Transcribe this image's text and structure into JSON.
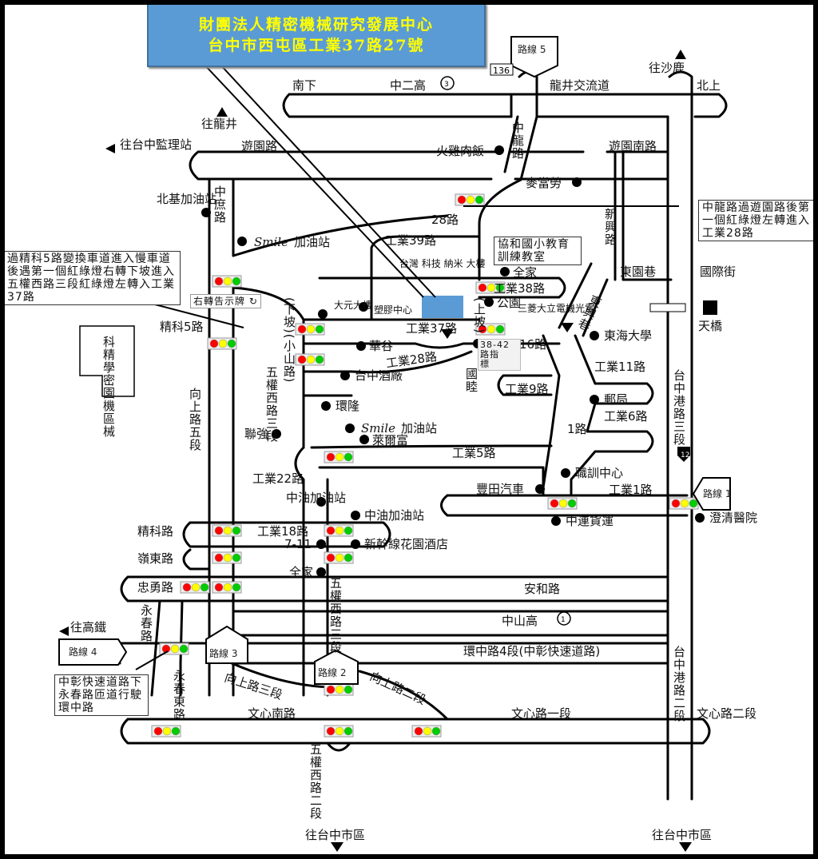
{
  "title_box": {
    "line1": "財團法人精密機械研究發展中心",
    "line2": "台中市西屯區工業37路27號",
    "bg_color": "#5b9bd5",
    "text_color": "#ffff00"
  },
  "routes": {
    "r1": "路線 1",
    "r2": "路線 2",
    "r3": "路線 3",
    "r4": "路線 4",
    "r5": "路線 5"
  },
  "highway_shields": {
    "h136": "136",
    "h3": "3",
    "h1": "1",
    "h12": "12"
  },
  "directions": {
    "to_shalu": "往沙鹿",
    "to_longjing": "往龍井",
    "to_motor_office": "往台中監理站",
    "to_hsr": "往高鐵",
    "to_city_1": "往台中市區",
    "to_city_2": "往台中市區"
  },
  "roads": {
    "nan_xia": "南下",
    "zhong_er_gao": "中二高",
    "longjing_ic": "龍井交流道",
    "bei_shang": "北上",
    "youyuan_rd": "遊園路",
    "youyuan_s_rd": "遊園南路",
    "zhonglong_rd": "中龍路",
    "zhongshu_rd": "中庶路",
    "xinxing_rd": "新興路",
    "dongyuan_lane": "東園巷",
    "guoji_st": "國際街",
    "dongxing_lane": "東興巷",
    "rd28": "28路",
    "ind39": "工業39路",
    "ind38": "工業38路",
    "ind37": "工業37路",
    "ind28": "工業28路",
    "rd16": "16路",
    "ind11": "工業11路",
    "ind9": "工業9路",
    "ind6": "工業6路",
    "rd1": "1路",
    "ind5": "工業5路",
    "ind1": "工業1路",
    "ind22": "工業22路",
    "ind18": "工業18路",
    "jingke5": "精科5路",
    "jingke": "精科路",
    "lingdong": "嶺東路",
    "zhongyong": "忠勇路",
    "anhe": "安和路",
    "zhongshan_gao": "中山高",
    "huanzhong": "環中路4段(中彰快速道路)",
    "xiangshang5": "向上路五段",
    "xiangshang3": "向上路三段",
    "xiangshang2": "向上路二段",
    "wenxin_s": "文心南路",
    "wenxin1": "文心路一段",
    "wenxin2": "文心路二段",
    "yongchun": "永春路",
    "yongchun_e": "永春東路",
    "wuquan_w3": "五權西路三段",
    "wuquan_w3b": "五權西路三段",
    "wuquan_w2": "五權西路二段",
    "taizhonggang3": "台中港路三段",
    "taizhonggang2": "台中港路二段",
    "xiapo_xiaoshan": "(下坡)(小山路)",
    "shangpo": "(上坡)"
  },
  "pois": {
    "huoji": "火雞肉飯",
    "mcd": "麥當勞",
    "beiji": "北基加油站",
    "smile1_brand": "Smile",
    "smile1": "加油站",
    "taiwan_nano": "台灣 科技 納米 大樓",
    "quanjia1": "全家",
    "park": "公園",
    "mitsubishi": "三菱大立電機光電",
    "daiyuan": "大元大樓",
    "plastic": "塑膠中心",
    "huagu": "華谷",
    "guodu": "國睦",
    "brewery": "台中酒廠",
    "huanlong": "環隆",
    "smile2_brand": "Smile",
    "smile2": "加油站",
    "laiyifu": "萊爾富",
    "lianqiang": "聯強",
    "thu": "東海大學",
    "post": "郵局",
    "training": "職訓中心",
    "toyota": "豐田汽車",
    "zhonglian": "中連貨運",
    "chengqing": "澄清醫院",
    "cpc1": "中油加油站",
    "cpc2": "中油加油站",
    "seven": "7-11",
    "shinkansen": "新幹線花園酒店",
    "quanjia2": "全家",
    "tianqiao": "天橋",
    "park_ind": "科精學密園機區械"
  },
  "notes": {
    "xiehe": "協和國小教育訓練教室",
    "zhonglong_note": "中龍路過遊園路後第一個紅綠燈左轉進入工業28路",
    "jingke_note": "過精科5路變換車道進入慢車道後遇第一個紅綠燈右轉下坡進入五權西路三段紅綠燈左轉入工業37路",
    "right_turn_sign": "右轉告示牌",
    "sign_38_42": "38-42路指　　標",
    "hsr_note": "中彰快速道路下永春路匝道行駛環中路"
  },
  "colors": {
    "light_red": "#ff0000",
    "light_yellow": "#ffff00",
    "light_green": "#00cc00",
    "target": "#5b9bd5"
  }
}
